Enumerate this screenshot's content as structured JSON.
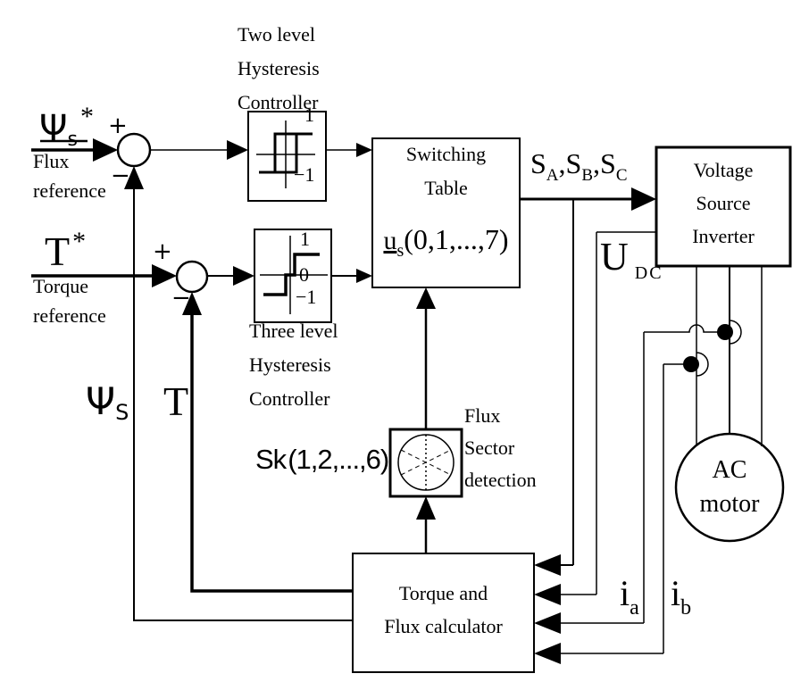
{
  "page": {
    "background": "#ffffff",
    "ink": "#000000"
  },
  "captions": {
    "two_level": [
      "Two level",
      "Hysteresis",
      "Controller"
    ],
    "three_level": [
      "Three level",
      "Hysteresis",
      "Controller"
    ],
    "flux_ref": [
      "Flux",
      "reference"
    ],
    "torque_ref": [
      "Torque",
      "reference"
    ],
    "flux_sector": [
      "Flux",
      "Sector",
      "detection"
    ]
  },
  "blocks": {
    "switching_table": {
      "title": [
        "Switching",
        "Table"
      ],
      "formula": {
        "base": "u",
        "sub": "s",
        "args": "(0,1,...,7)"
      }
    },
    "vsi": {
      "lines": [
        "Voltage",
        "Source",
        "Inverter"
      ]
    },
    "calculator": {
      "lines": [
        "Torque and",
        "Flux calculator"
      ]
    },
    "ac_motor": {
      "lines": [
        "AC",
        "motor"
      ]
    }
  },
  "signals": {
    "flux_ref": {
      "base": "Ψ",
      "sub": "s",
      "sup": "*"
    },
    "torque_ref": {
      "base": "T",
      "sup": "*"
    },
    "flux_feedback": {
      "base": "Ψ",
      "sub": "S"
    },
    "torque_feedback": {
      "base": "T"
    },
    "switch_states": {
      "p1": "S",
      "s1": "A",
      "c1": ",",
      "p2": "S",
      "s2": "B",
      "c2": ",",
      "p3": "S",
      "s3": "C"
    },
    "dc_voltage": {
      "base": "U",
      "sub": "DC"
    },
    "sector_index": {
      "base": "Sk",
      "args": "(1,2,...,6)"
    },
    "phase_current_a": {
      "base": "i",
      "sub": "a"
    },
    "phase_current_b": {
      "base": "i",
      "sub": "b"
    }
  },
  "junctions": {
    "flux": {
      "plus": "+",
      "minus": "−"
    },
    "torque": {
      "plus": "+",
      "minus": "−"
    }
  },
  "graphs": {
    "two_level": {
      "high": "1",
      "low": "−1"
    },
    "three_level": {
      "high": "1",
      "zero": "0",
      "low": "−1"
    }
  }
}
